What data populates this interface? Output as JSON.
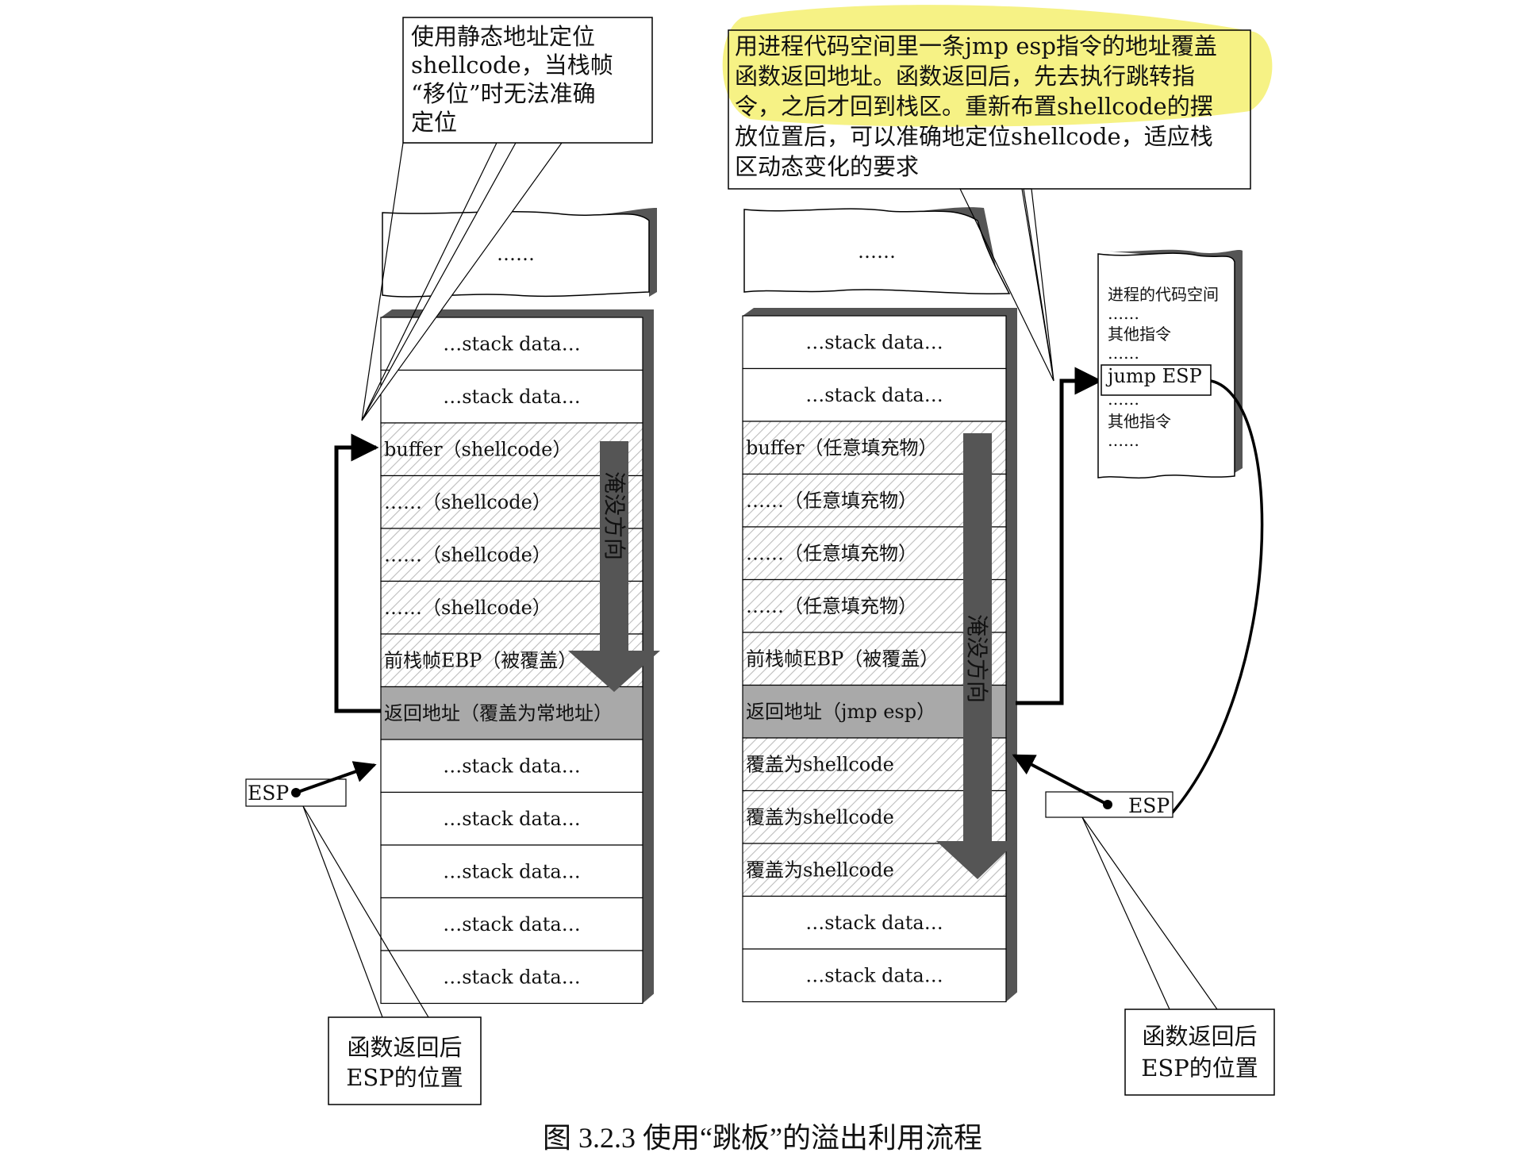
{
  "figure_caption": "图 3.2.3    使用“跳板”的溢出利用流程",
  "left_stack": {
    "top_ellipsis": "……",
    "cells": [
      {
        "text": "…stack data…",
        "kind": "plain"
      },
      {
        "text": "…stack data…",
        "kind": "plain"
      },
      {
        "text": "buffer（shellcode）",
        "kind": "hatched"
      },
      {
        "text": "……（shellcode）",
        "kind": "hatched"
      },
      {
        "text": "……（shellcode）",
        "kind": "hatched"
      },
      {
        "text": "……（shellcode）",
        "kind": "hatched"
      },
      {
        "text": "前栈帧EBP（被覆盖）",
        "kind": "hatched"
      },
      {
        "text": "返回地址（覆盖为常地址）",
        "kind": "dark"
      },
      {
        "text": "…stack data…",
        "kind": "plain"
      },
      {
        "text": "…stack data…",
        "kind": "plain"
      },
      {
        "text": "…stack data…",
        "kind": "plain"
      },
      {
        "text": "…stack data…",
        "kind": "plain"
      },
      {
        "text": "…stack data…",
        "kind": "plain"
      }
    ],
    "overflow_label": "淹没方向",
    "esp_label": "ESP",
    "callout_top": [
      "使用静态地址定位",
      "shellcode，当栈帧",
      "“移位”时无法准确",
      "定位"
    ],
    "callout_bottom": [
      "函数返回后",
      "ESP的位置"
    ]
  },
  "right_stack": {
    "top_ellipsis": "……",
    "cells": [
      {
        "text": "…stack data…",
        "kind": "plain"
      },
      {
        "text": "…stack data…",
        "kind": "plain"
      },
      {
        "text": "buffer（任意填充物）",
        "kind": "hatched"
      },
      {
        "text": "……（任意填充物）",
        "kind": "hatched"
      },
      {
        "text": "……（任意填充物）",
        "kind": "hatched"
      },
      {
        "text": "……（任意填充物）",
        "kind": "hatched"
      },
      {
        "text": "前栈帧EBP（被覆盖）",
        "kind": "hatched"
      },
      {
        "text": "返回地址（jmp esp）",
        "kind": "dark"
      },
      {
        "text": "覆盖为shellcode",
        "kind": "hatched"
      },
      {
        "text": "覆盖为shellcode",
        "kind": "hatched"
      },
      {
        "text": "覆盖为shellcode",
        "kind": "hatched"
      },
      {
        "text": "…stack data…",
        "kind": "plain"
      },
      {
        "text": "…stack data…",
        "kind": "plain"
      }
    ],
    "overflow_label": "淹没方向",
    "esp_label": "ESP",
    "callout_top": [
      "用进程代码空间里一条jmp esp指令的地址覆盖",
      "函数返回地址。函数返回后，先去执行跳转指",
      "令，之后才回到栈区。重新布置shellcode的摆",
      "放位置后，可以准确地定位shellcode，适应栈",
      "区动态变化的要求"
    ],
    "callout_bottom": [
      "函数返回后",
      "ESP的位置"
    ]
  },
  "code_space": {
    "lines": [
      "进程的代码空间",
      "……",
      "其他指令",
      "……",
      "jump ESP",
      "……",
      "其他指令",
      "……"
    ],
    "highlight_index": 4
  },
  "colors": {
    "highlight": "#f5f070",
    "dark_cell": "#a9a9a9",
    "arrow": "#555555",
    "shadow": "#555555",
    "hatch": "#b8b8b8"
  }
}
